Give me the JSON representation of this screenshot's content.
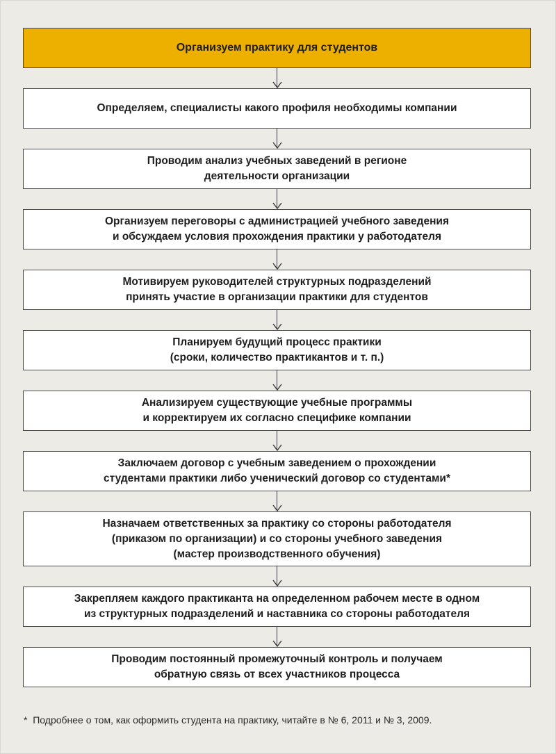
{
  "flowchart": {
    "title": "Организуем практику для студентов",
    "steps": [
      "Определяем, специалисты какого профиля необходимы компании",
      "Проводим анализ учебных заведений в регионе\nдеятельности организации",
      "Организуем переговоры с администрацией учебного заведения\nи обсуждаем условия прохождения практики у работодателя",
      "Мотивируем руководителей структурных подразделений\nпринять участие в организации практики для студентов",
      "Планируем будущий процесс практики\n(сроки, количество практикантов и т. п.)",
      "Анализируем существующие учебные программы\nи корректируем их согласно специфике компании",
      "Заключаем договор с учебным заведением о прохождении\nстудентами практики либо ученический договор со студентами*",
      "Назначаем ответственных за практику со стороны работодателя\n(приказом по организации) и со стороны учебного заведения\n(мастер производственного обучения)",
      "Закрепляем каждого практиканта на определенном рабочем месте в одном\nиз структурных подразделений и наставника со стороны работодателя",
      "Проводим постоянный промежуточный контроль и получаем\nобратную связь от всех участников процесса"
    ],
    "footnote": "*  Подробнее о том, как оформить студента на практику, читайте в № 6, 2011 и № 3, 2009."
  },
  "colors": {
    "header_fill": "#eeb000",
    "box_fill": "#ffffff",
    "background": "#ecebe6",
    "border": "#4a4a4a"
  }
}
